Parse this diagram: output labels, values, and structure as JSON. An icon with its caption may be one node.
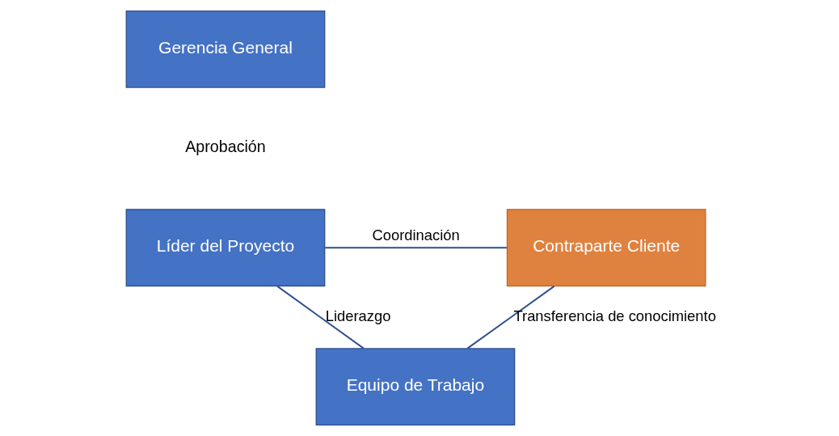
{
  "diagram": {
    "nodes": [
      {
        "text": [
          "Gerencia General"
        ]
      },
      {
        "text": [
          "Líder del Proyecto"
        ]
      },
      {
        "text": [
          "Equipo de Trabajo"
        ]
      },
      {
        "text": [
          "Contraparte Cliente"
        ]
      }
    ],
    "edges": [
      {
        "from": 1,
        "to": 2,
        "arrow": "none",
        "label": "Liderazgo"
      },
      {
        "from": 1,
        "to": 3,
        "arrow": "none",
        "label": "Coordinación"
      },
      {
        "from": 2,
        "to": 3,
        "arrow": "none",
        "label": "Transferencia de conocimiento"
      }
    ],
    "labels": [
      "Aprobación"
    ]
  }
}
